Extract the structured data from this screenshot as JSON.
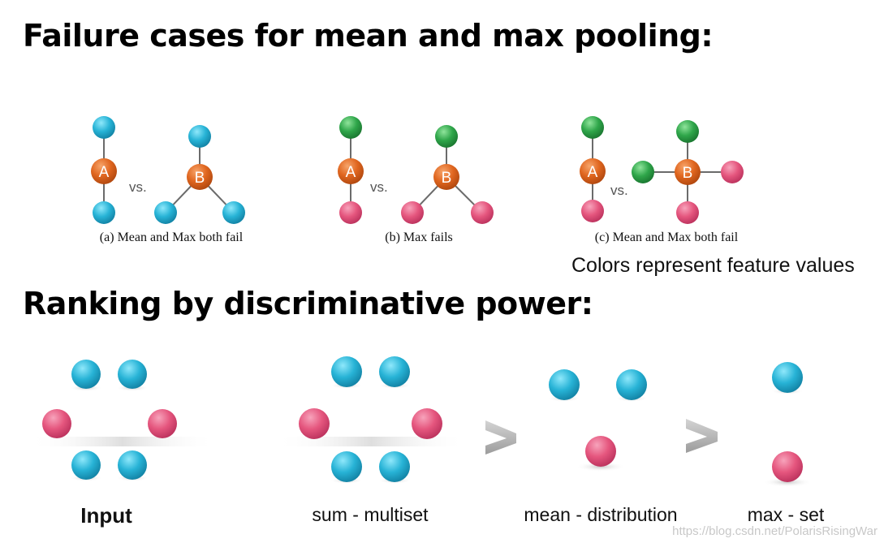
{
  "headings": {
    "failure": "Failure cases for mean and max pooling:",
    "ranking": "Ranking by discriminative power:"
  },
  "colors": {
    "blue": "#27b3d6",
    "green": "#2fa64a",
    "pink": "#e5567e",
    "orange": "#e0661f",
    "edge": "#6b6b6b"
  },
  "failure_cases": [
    {
      "caption": "(a) Mean and Max both fail",
      "node_a": "A",
      "node_b": "B",
      "vs": "vs."
    },
    {
      "caption": "(b) Max fails",
      "node_a": "A",
      "node_b": "B",
      "vs": "vs."
    },
    {
      "caption": "(c) Mean and Max both fail",
      "node_a": "A",
      "node_b": "B",
      "vs": "vs."
    }
  ],
  "legend_note": "Colors represent feature values",
  "ranking": {
    "input_label": "Input",
    "sum_label": "sum - multiset",
    "mean_label": "mean - distribution",
    "max_label": "max - set",
    "comparator": ">"
  },
  "watermark": "https://blog.csdn.net/PolarisRisingWar"
}
